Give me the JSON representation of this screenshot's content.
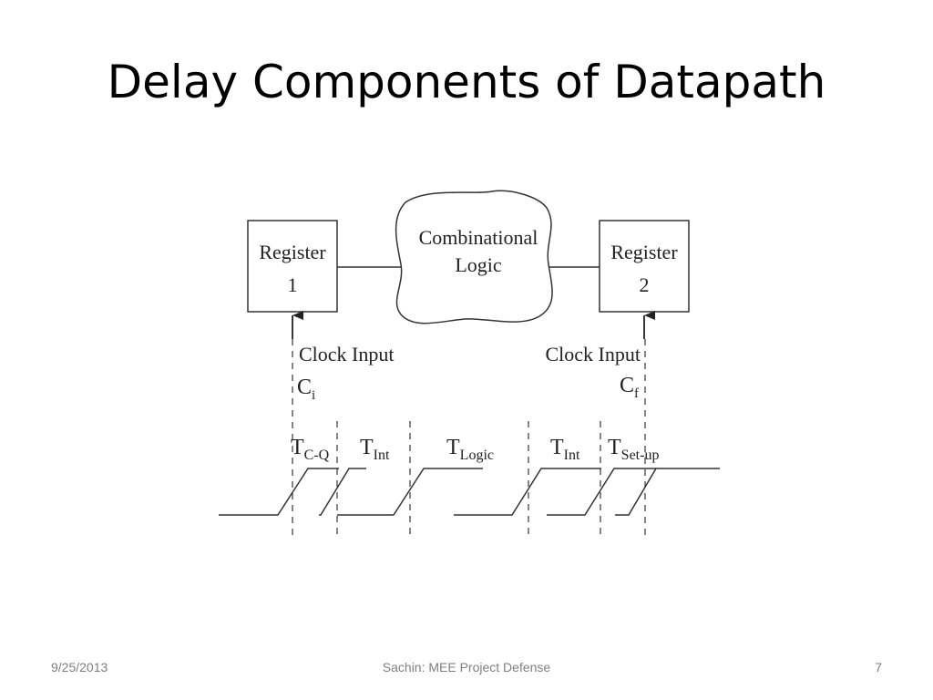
{
  "slide": {
    "title": "Delay Components of Datapath"
  },
  "diagram": {
    "register1": {
      "label": "Register",
      "number": "1"
    },
    "register2": {
      "label": "Register",
      "number": "2"
    },
    "logic": {
      "line1": "Combinational",
      "line2": "Logic"
    },
    "clock1": {
      "label": "Clock Input",
      "symbol": "C",
      "subscript": "i"
    },
    "clock2": {
      "label": "Clock Input",
      "symbol": "C",
      "subscript": "f"
    },
    "timing_labels": [
      {
        "symbol": "T",
        "subscript": "C-Q"
      },
      {
        "symbol": "T",
        "subscript": "Int"
      },
      {
        "symbol": "T",
        "subscript": "Logic"
      },
      {
        "symbol": "T",
        "subscript": "Int"
      },
      {
        "symbol": "T",
        "subscript": "Set-up"
      }
    ]
  },
  "footer": {
    "date": "9/25/2013",
    "center": "Sachin: MEE Project Defense",
    "page": "7"
  }
}
